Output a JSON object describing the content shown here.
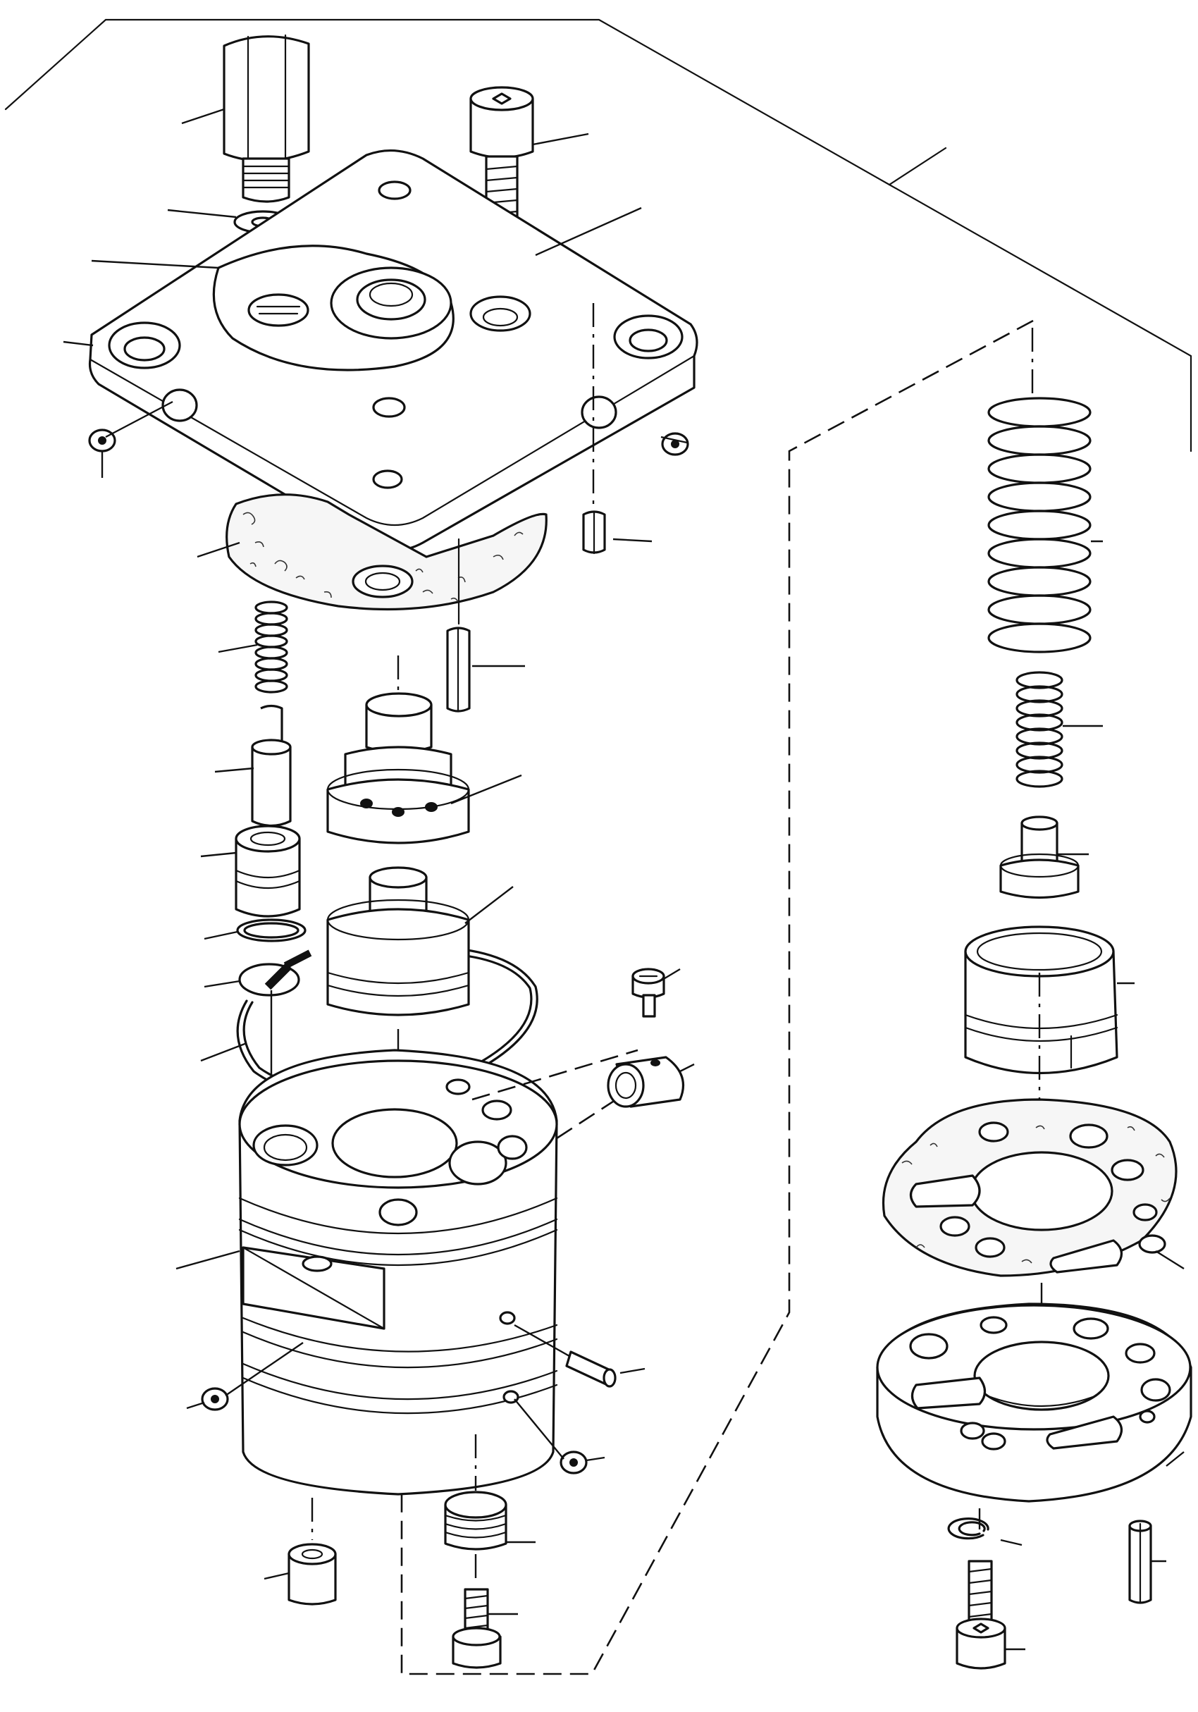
{
  "drawing": {
    "kind": "exploded-view",
    "line_color": "#111111",
    "background": "#ffffff",
    "parts": [
      "pressure-fitting",
      "sealing-washer-small",
      "sealing-washer-large",
      "socket-head-capscrew-top",
      "snap-ring-top",
      "cover-plate",
      "plug-ball-left",
      "plug-ball-right",
      "cover-gasket",
      "roll-pin-short",
      "roll-pin-long",
      "relief-spring",
      "relief-pin",
      "relief-valve-seat",
      "o-ring-small",
      "o-ring-large",
      "spool-upper",
      "spool-lower",
      "pump-body",
      "set-screw",
      "sleeve-insert",
      "roll-pin-body",
      "plug-ball-body-left",
      "plug-ball-body-right",
      "body-plug",
      "ported-plug",
      "socket-head-capscrew-bottom",
      "outer-spring",
      "inner-spring",
      "spring-guide",
      "piston-cup",
      "plate-gasket",
      "port-plate",
      "snap-ring-bottom",
      "socket-head-capscrew-plate",
      "dowel-pin-plate"
    ]
  }
}
